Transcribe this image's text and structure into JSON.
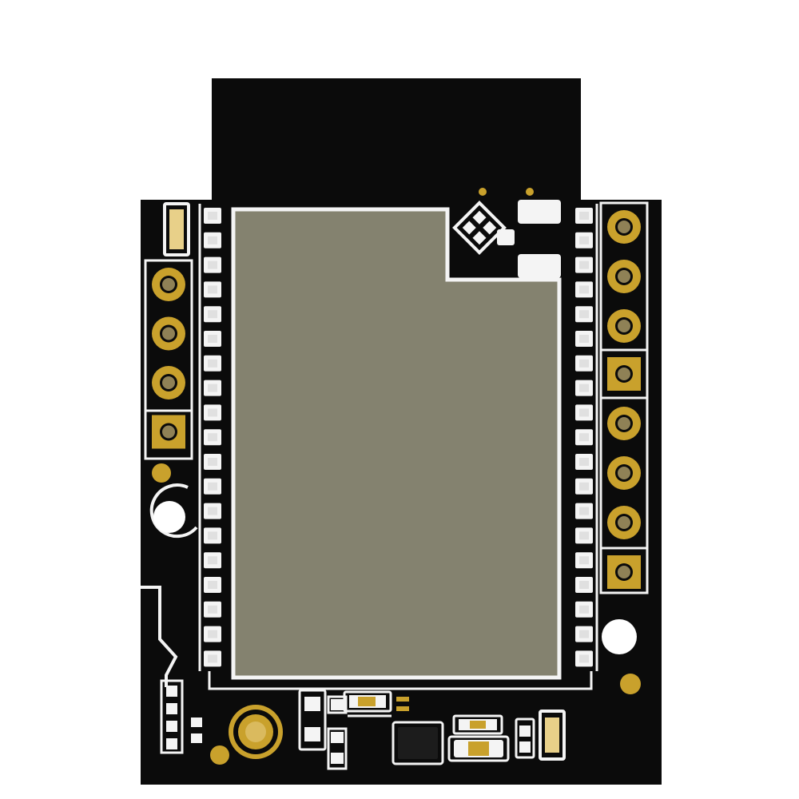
{
  "illustration": {
    "subject": "pcb-module",
    "colors": {
      "background": "#ffffff",
      "board": "#0b0b0b",
      "silkscreen": "#f4f4f4",
      "gold": "#c9a12c",
      "gold_light": "#e8d089",
      "shield": "#84826f",
      "pad": "#f4f4f4",
      "hole": "#ffffff"
    },
    "counts": {
      "castellated_pads_per_side": 19,
      "left_header_pins": 4,
      "right_header_pins": 8
    }
  }
}
